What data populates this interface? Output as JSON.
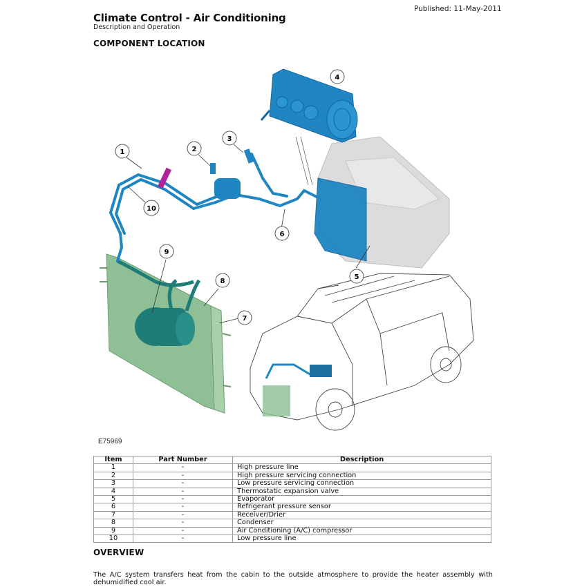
{
  "header": {
    "published": "Published: 11-May-2011",
    "title": "Climate Control - Air Conditioning",
    "subtitle": "Description and Operation"
  },
  "sections": {
    "component_location": "COMPONENT LOCATION",
    "overview": "OVERVIEW"
  },
  "figure": {
    "code": "E75969",
    "callouts": [
      "1",
      "2",
      "3",
      "4",
      "5",
      "6",
      "7",
      "8",
      "9",
      "10"
    ],
    "colors": {
      "ac_blue": "#1f86c2",
      "condenser_green": "#8fbf95",
      "compressor_teal": "#1f7d78",
      "sensor_magenta": "#b0249a",
      "housing_gray": "#d9d9d9"
    }
  },
  "table": {
    "headers": [
      "Item",
      "Part Number",
      "Description"
    ],
    "rows": [
      {
        "item": "1",
        "part": "-",
        "desc": "High pressure line"
      },
      {
        "item": "2",
        "part": "-",
        "desc": "High pressure servicing connection"
      },
      {
        "item": "3",
        "part": "-",
        "desc": "Low pressure servicing connection"
      },
      {
        "item": "4",
        "part": "-",
        "desc": "Thermostatic expansion valve"
      },
      {
        "item": "5",
        "part": "-",
        "desc": "Evaporator"
      },
      {
        "item": "6",
        "part": "-",
        "desc": "Refrigerant pressure sensor"
      },
      {
        "item": "7",
        "part": "-",
        "desc": "Receiver/Drier"
      },
      {
        "item": "8",
        "part": "-",
        "desc": "Condenser"
      },
      {
        "item": "9",
        "part": "-",
        "desc": "Air Conditioning (A/C) compressor"
      },
      {
        "item": "10",
        "part": "-",
        "desc": "Low pressure line"
      }
    ]
  },
  "overview": {
    "text": "The A/C system transfers heat from the cabin to the outside atmosphere to provide the heater assembly with dehumidified cool air."
  }
}
